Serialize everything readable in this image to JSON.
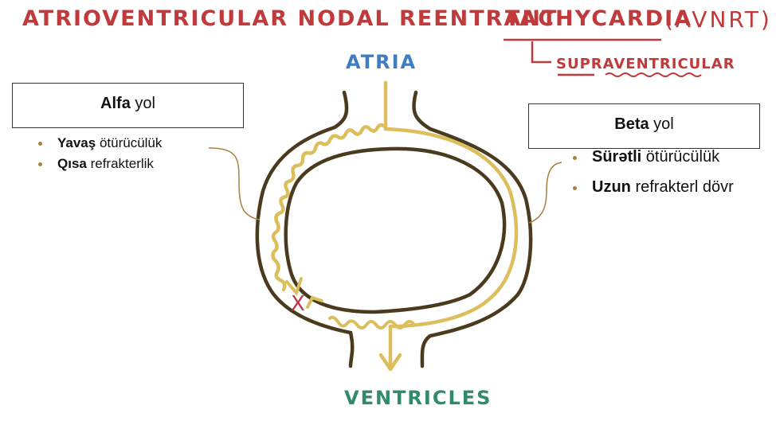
{
  "title": {
    "main": "ATRIOVENTRICULAR NODAL REENTRANT",
    "tachycardia": "TACHYCARDIA",
    "abbr": "(AVNRT)",
    "sub": "SUPRAVENTRICULAR"
  },
  "labels": {
    "atria": "ATRIA",
    "ventricles": "VENTRICLES"
  },
  "alpha": {
    "title_bold": "Alfa",
    "title_rest": " yol",
    "bullets": [
      {
        "bold": "Yavaş",
        "rest": " ötürücülük"
      },
      {
        "bold": "Qısa",
        "rest": " refrakterlik"
      }
    ]
  },
  "beta": {
    "title_bold": "Beta",
    "title_rest": " yol",
    "bullets": [
      {
        "bold": "Sürətli",
        "rest": " ötürücülük"
      },
      {
        "bold": "Uzun",
        "rest": " refrakterl dövr"
      }
    ]
  },
  "colors": {
    "red": "#c0393b",
    "blue": "#3e7cc3",
    "green": "#2f8c66",
    "brown": "#4a3a1e",
    "pathway": "#dcbf5c",
    "block_x": "#c0344a"
  },
  "block_marker": "X"
}
